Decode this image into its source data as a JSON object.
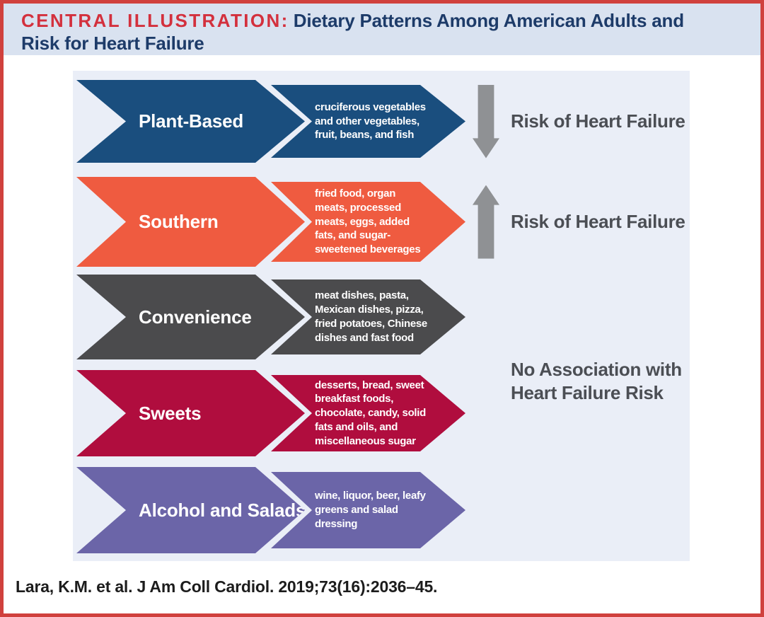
{
  "header": {
    "label": "CENTRAL ILLUSTRATION:",
    "title_line1": "Dietary Patterns Among American Adults and",
    "title_line2": "Risk for Heart Failure"
  },
  "rows": [
    {
      "name": "Plant-Based",
      "description": "cruciferous vegetables\nand other vegetables,\nfruit, beans, and fish",
      "color": "#1a4e7e",
      "outcome": "Risk of Heart Failure",
      "direction": "down"
    },
    {
      "name": "Southern",
      "description": "fried food, organ\nmeats, processed\nmeats, eggs, added\nfats, and sugar-\nsweetened beverages",
      "color": "#ef5b40",
      "outcome": "Risk of Heart Failure",
      "direction": "up"
    },
    {
      "name": "Convenience",
      "description": "meat dishes, pasta,\nMexican dishes, pizza,\nfried potatoes, Chinese\ndishes and fast food",
      "color": "#4b4b4d",
      "outcome": ""
    },
    {
      "name": "Sweets",
      "description": "desserts, bread, sweet\nbreakfast foods,\nchocolate, candy, solid\nfats and oils, and\nmiscellaneous sugar",
      "color": "#b00d3e",
      "outcome": ""
    },
    {
      "name": "Alcohol and Salads",
      "description": "wine, liquor, beer, leafy\ngreens and salad\ndressing",
      "color": "#6b65a8",
      "outcome": ""
    }
  ],
  "no_association_text": "No Association with\nHeart Failure Risk",
  "citation": "Lara, K.M. et al. J Am Coll Cardiol. 2019;73(16):2036–45.",
  "colors": {
    "frame_border": "#d0413d",
    "header_band": "#d9e2f0",
    "title_red": "#d3303d",
    "title_navy": "#1d3b69",
    "panel_background": "#eaeef7",
    "risk_arrow_gray": "#8f9194",
    "risk_text_gray": "#4b4e54"
  }
}
